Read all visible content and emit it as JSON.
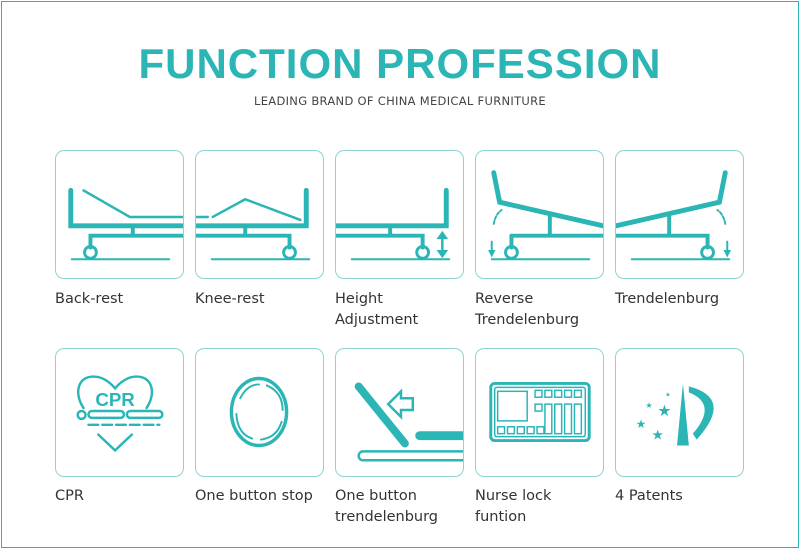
{
  "title": "FUNCTION PROFESSION",
  "subtitle": "LEADING BRAND OF CHINA MEDICAL FURNITURE",
  "accent_color": "#2bb5b5",
  "features": [
    {
      "label": "Back-rest",
      "icon": "back-rest-bed-icon"
    },
    {
      "label": "Knee-rest",
      "icon": "knee-rest-bed-icon"
    },
    {
      "label": "Height Adjustment",
      "icon": "height-adjust-bed-icon"
    },
    {
      "label": "Reverse Trendelenburg",
      "icon": "reverse-trendelenburg-bed-icon"
    },
    {
      "label": "Trendelenburg",
      "icon": "trendelenburg-bed-icon"
    },
    {
      "label": "CPR",
      "icon": "cpr-heart-icon",
      "icon_text": "CPR"
    },
    {
      "label": "One button stop",
      "icon": "circular-arrows-icon"
    },
    {
      "label": "One button trendelenburg",
      "icon": "tilt-arrow-icon"
    },
    {
      "label": "Nurse lock funtion",
      "icon": "control-panel-icon"
    },
    {
      "label": "4 Patents",
      "icon": "patent-logo-icon"
    }
  ]
}
